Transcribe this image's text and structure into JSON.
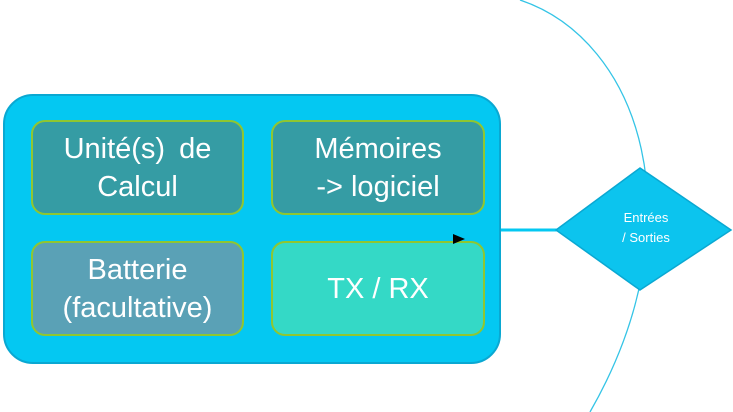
{
  "diagram": {
    "blocks": {
      "calc": "Unité(s) de\nCalcul",
      "memory": "Mémoires\n-> logiciel",
      "battery": "Batterie\n(facultative)",
      "txrx": "TX / RX"
    },
    "io_node": "Entrées\n/ Sorties"
  },
  "colors": {
    "outer_fill": "#04c8f2",
    "block_teal": "#359ca4",
    "block_battery": "#5aa1b6",
    "block_txrx": "#34d9c6",
    "block_border": "#8fc631",
    "io_fill": "#0cc4ee",
    "connector": "#04c8f2"
  }
}
